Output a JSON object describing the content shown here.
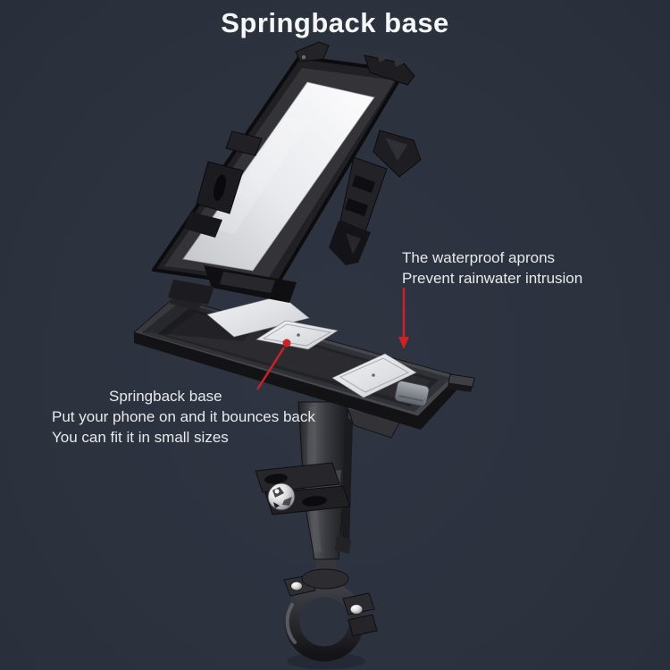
{
  "title": "Springback base",
  "colors": {
    "background": "#2c323e",
    "arrow": "#cb2128",
    "title_text": "#f5f6f8",
    "annotation_text": "#e7e9ec",
    "pad_white": "#e9eaee",
    "product_black": "#1d1d21",
    "chrome": "#e6e6e8"
  },
  "annotations": {
    "waterproof": {
      "lines": [
        "The waterproof aprons",
        "Prevent rainwater intrusion"
      ]
    },
    "springback": {
      "lines": [
        "Springback base",
        "Put your phone on and it bounces back",
        "You can fit it in small sizes"
      ]
    }
  }
}
